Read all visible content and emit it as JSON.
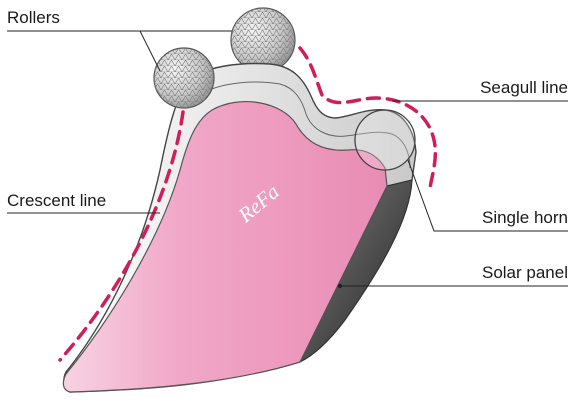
{
  "labels": {
    "rollers": "Rollers",
    "seagull_line": "Seagull line",
    "crescent_line": "Crescent line",
    "single_horn": "Single horn",
    "solar_panel": "Solar panel"
  },
  "brand_mark": "ReFa",
  "colors": {
    "accent_dashed": "#d01d5b",
    "body_pink": "#f0a0c4",
    "body_silver": "#e8e8e8",
    "solar_panel": "#4a4a4a",
    "roller_grey": "#d0d0d0",
    "leader_line": "#222222"
  }
}
